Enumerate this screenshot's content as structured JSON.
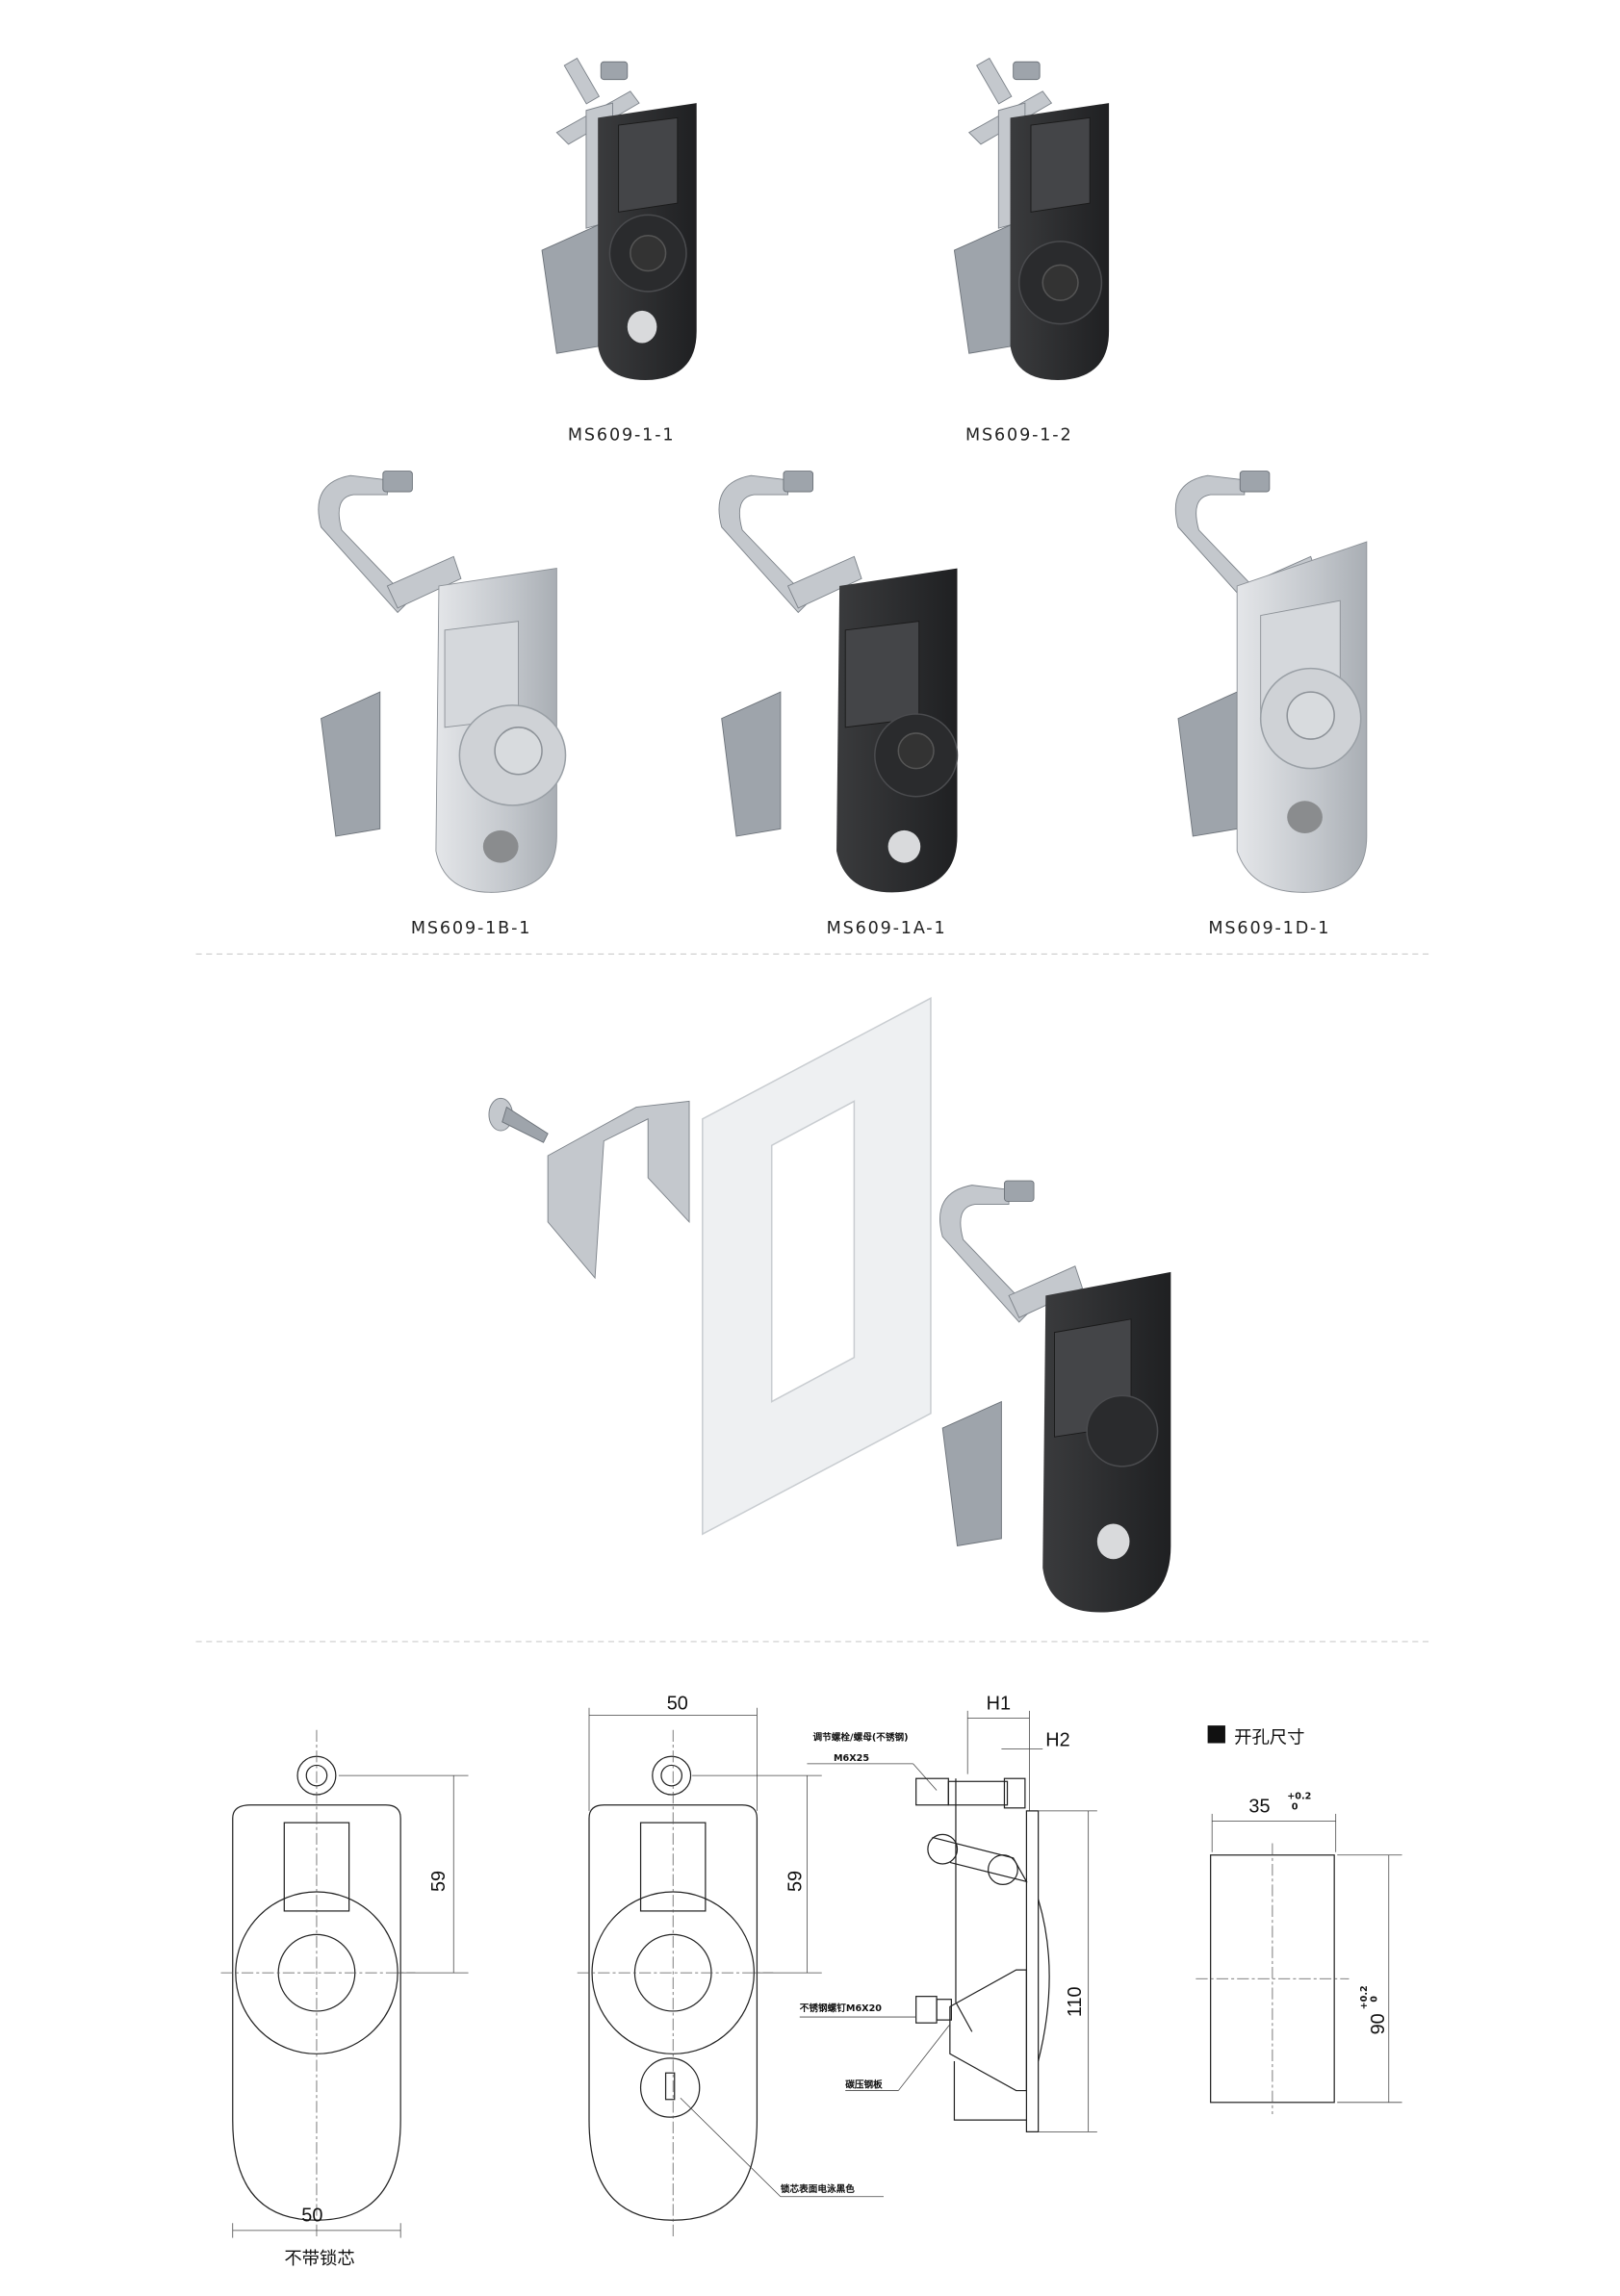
{
  "products": [
    {
      "model": "MS609-1-1",
      "finish": "black",
      "key": true,
      "long_arm": false
    },
    {
      "model": "MS609-1-2",
      "finish": "black",
      "key": false,
      "long_arm": false
    },
    {
      "model": "MS609-1B-1",
      "finish": "chrome",
      "key": true,
      "long_arm": true
    },
    {
      "model": "MS609-1A-1",
      "finish": "black",
      "key": true,
      "long_arm": true
    },
    {
      "model": "MS609-1D-1",
      "finish": "chrome",
      "key": true,
      "long_arm": true
    }
  ],
  "colors": {
    "black_body": "#2f3032",
    "chrome_body": "#c9ccd0",
    "panel": "#eef0f2"
  },
  "drawings": {
    "front_no_core": {
      "width": "50",
      "height": "59",
      "caption": "不带锁芯"
    },
    "front_with_core": {
      "width": "50",
      "height": "59",
      "core_note": "锁芯表面电泳黑色"
    },
    "side": {
      "h1": "H1",
      "h2": "H2",
      "height": "110",
      "bolt_note": "调节螺栓/螺母(不锈钢)",
      "bolt_size": "M6X25",
      "screw_note": "不锈钢螺钉M6X20",
      "plate_note": "碳压钢板"
    },
    "cutout": {
      "title": "开孔尺寸",
      "width": "35",
      "height": "90",
      "tol_upper": "+0.2",
      "tol_lower": "0"
    }
  }
}
